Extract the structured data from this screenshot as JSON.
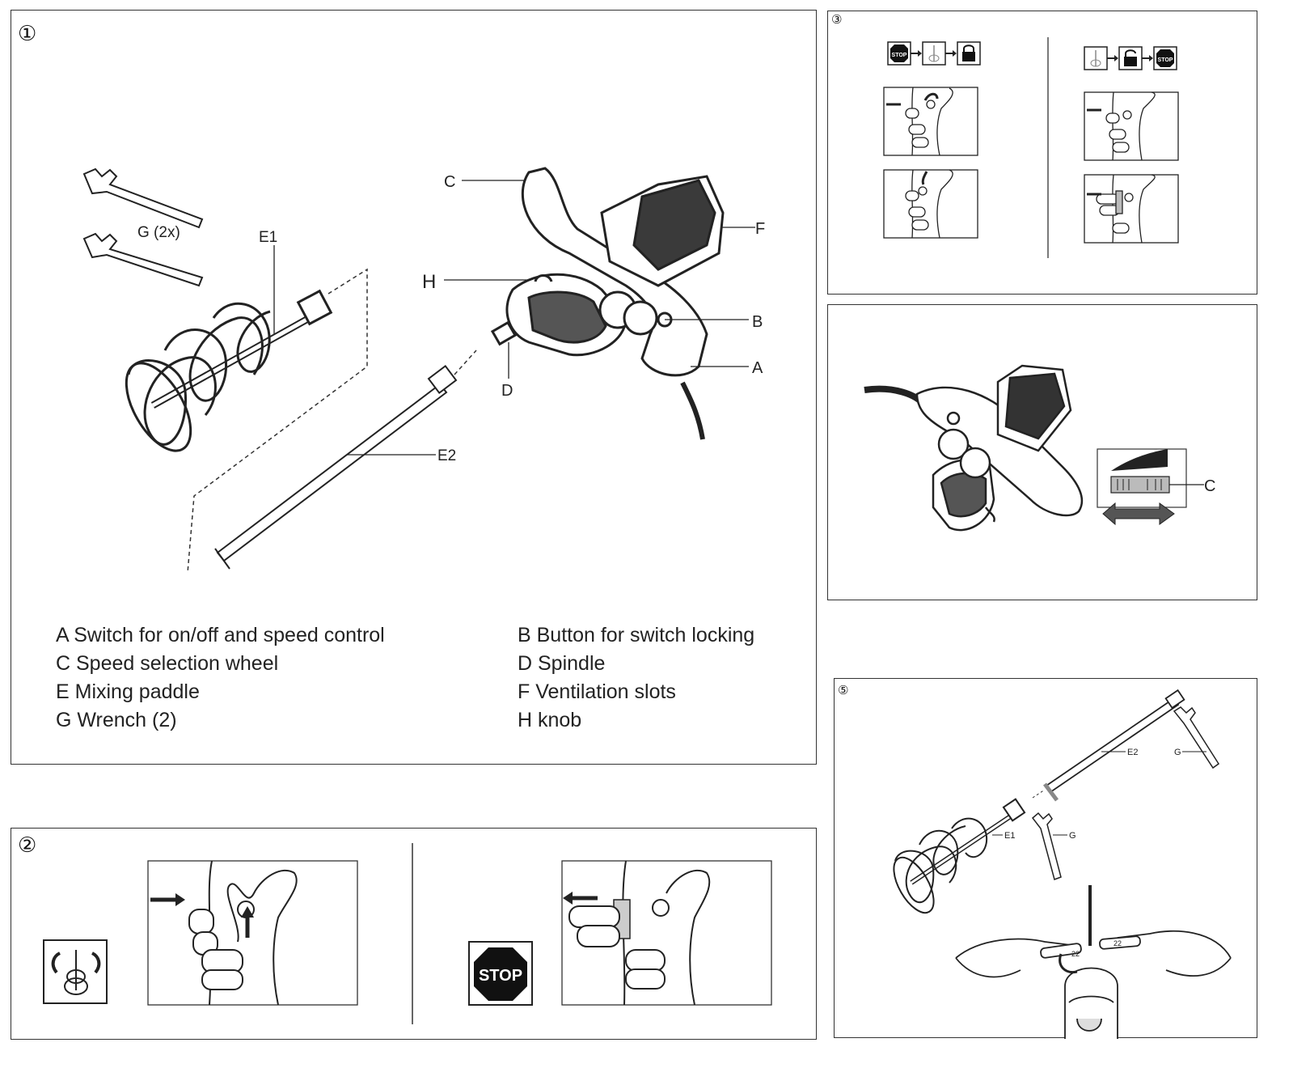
{
  "panels": {
    "p1": {
      "number": "①",
      "callouts": {
        "C": "C",
        "F": "F",
        "H": "H",
        "B": "B",
        "A": "A",
        "D": "D",
        "E1": "E1",
        "E2": "E2",
        "G": "G (2x)"
      },
      "legend": {
        "left": [
          "A Switch for on/off and speed control",
          "C Speed selection wheel",
          "E Mixing paddle",
          "G Wrench (2)"
        ],
        "right": [
          "B Button for switch locking",
          "D Spindle",
          "F Ventilation slots",
          "H knob"
        ]
      }
    },
    "p2": {
      "number": "②",
      "stop_label": "STOP"
    },
    "p3": {
      "number": "③",
      "stop_label": "STOP"
    },
    "p4": {
      "callout_c": "C"
    },
    "p5": {
      "number": "⑤",
      "callouts": {
        "E2": "E2",
        "G_top": "G",
        "E1": "E1",
        "G_mid": "G"
      },
      "wrench_size": "22"
    }
  },
  "icons": [
    "stop-sign-icon",
    "paddle-rotation-icon",
    "lock-icon",
    "unlock-icon",
    "arrow-right-icon",
    "arrow-left-icon"
  ]
}
